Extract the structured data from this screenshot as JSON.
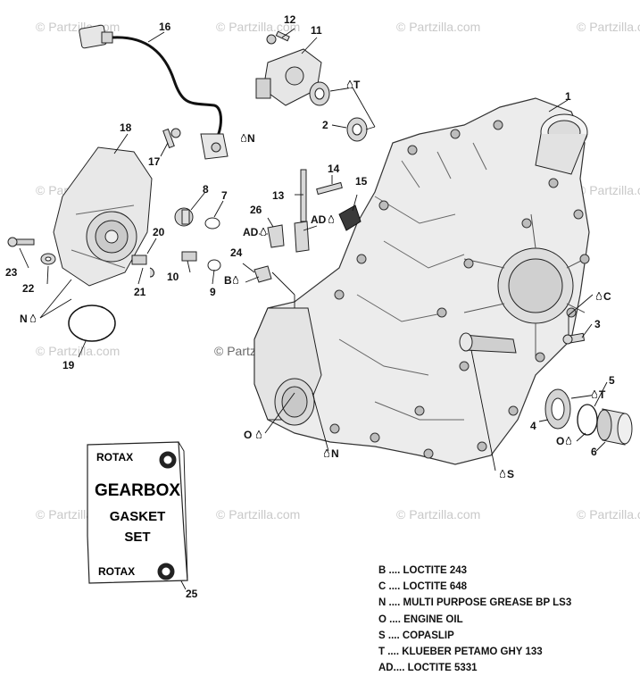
{
  "watermark": "© Partzilla.com",
  "callouts": [
    "1",
    "2",
    "3",
    "4",
    "5",
    "6",
    "8",
    "7",
    "9",
    "10",
    "11",
    "12",
    "13",
    "14",
    "15",
    "16",
    "17",
    "18",
    "19",
    "20",
    "21",
    "22",
    "23",
    "24",
    "25",
    "26"
  ],
  "material_codes": {
    "ab": "AD",
    "b": "B",
    "c": "C",
    "n": "N",
    "o": "O",
    "s": "S",
    "t": "T"
  },
  "gasket_set": {
    "brand": "ROTAX",
    "line1": "GEARBOX",
    "line2": "GASKET",
    "line3": "SET"
  },
  "legend": [
    {
      "code": "B",
      "text": "LOCTITE 243"
    },
    {
      "code": "C",
      "text": "LOCTITE 648"
    },
    {
      "code": "N",
      "text": "MULTI PURPOSE GREASE BP LS3"
    },
    {
      "code": "O",
      "text": "ENGINE OIL"
    },
    {
      "code": "S",
      "text": "COPASLIP"
    },
    {
      "code": "T",
      "text": "KLUEBER PETAMO GHY 133"
    },
    {
      "code": "AD",
      "text": "LOCTITE 5331"
    }
  ],
  "legend_separator": "....",
  "colors": {
    "ink": "#111111",
    "watermark": "#c9c9c9",
    "part_fill": "#e6e6e6",
    "part_shade": "#cfcfcf"
  }
}
